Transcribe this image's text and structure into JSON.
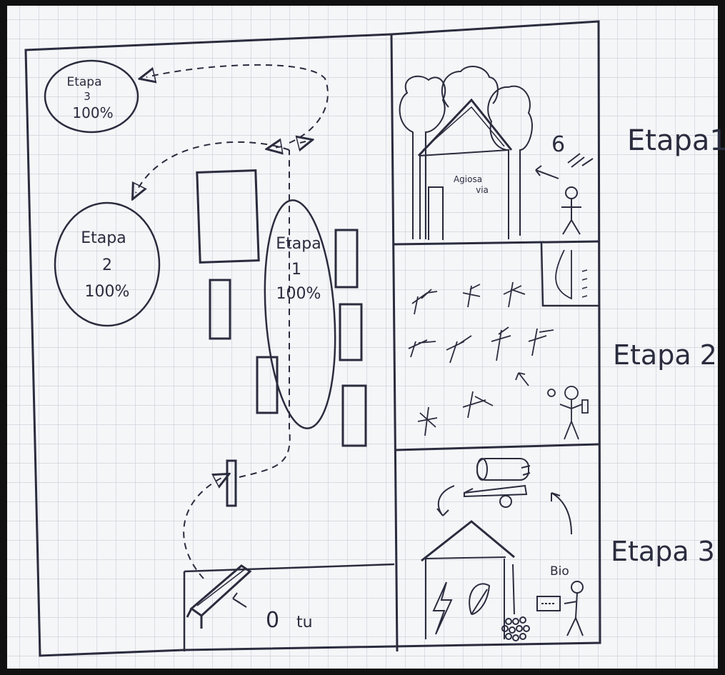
{
  "stages": {
    "etapa3": {
      "name": "Etapa",
      "number": "3",
      "percent": "100%"
    },
    "etapa2": {
      "name": "Etapa",
      "number": "2",
      "percent": "100%"
    },
    "etapa1": {
      "name": "Etapa",
      "number": "1",
      "percent": "100%"
    }
  },
  "side_labels": {
    "etapa1": "Etapa1",
    "etapa2": "Etapa 2",
    "etapa3": "Etapa 3"
  },
  "panel1": {
    "house_label_line1": "Agiosa",
    "house_label_line2": "via",
    "number": "6"
  },
  "panel3": {
    "bio_label": "Bio"
  },
  "bottom": {
    "zero": "0",
    "tu": "tu"
  },
  "colors": {
    "ink": "#2a2c3e",
    "grid": "#c9cdd6",
    "paper": "#f5f6f8"
  }
}
